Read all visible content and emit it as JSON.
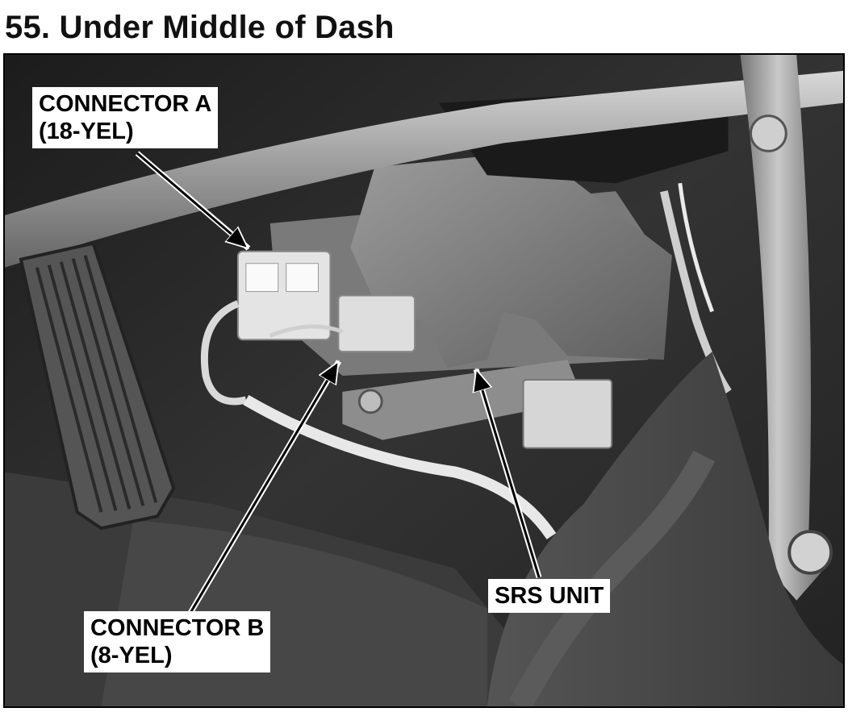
{
  "title": "55. Under Middle of Dash",
  "callouts": {
    "connector_a": {
      "line1": "CONNECTOR A",
      "line2": "(18-YEL)"
    },
    "connector_b": {
      "line1": "CONNECTOR B",
      "line2": "(8-YEL)"
    },
    "srs_unit": {
      "label": "SRS UNIT"
    }
  }
}
